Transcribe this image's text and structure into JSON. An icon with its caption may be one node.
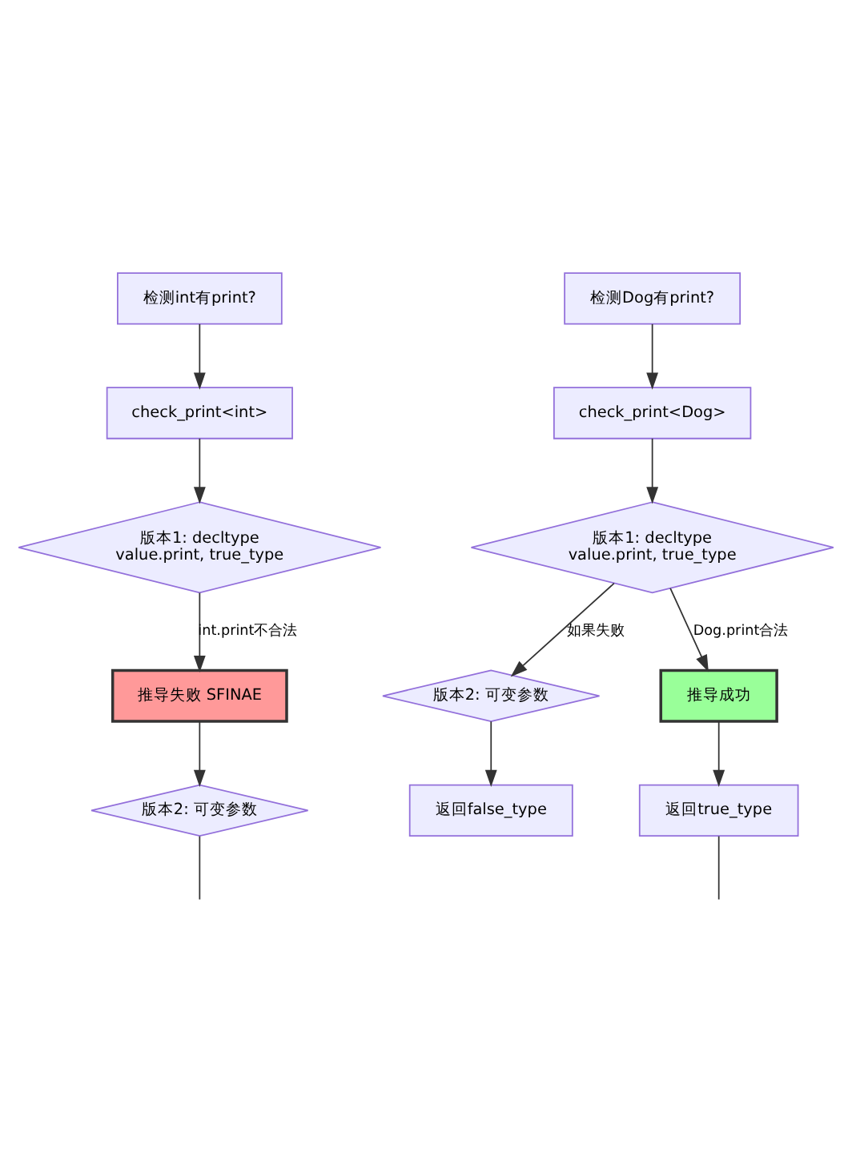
{
  "diagram": {
    "nodes": [
      {
        "text": [
          "检测int有print?"
        ]
      },
      {
        "text": [
          "check_print<int>"
        ]
      },
      {
        "text": [
          "版本1: decltype value.print, true_type"
        ]
      },
      {
        "text": [
          "推导失败 SFINAE"
        ]
      },
      {
        "text": [
          "版本2: 可变参数"
        ]
      },
      {
        "text": [
          "检测Dog有print?"
        ]
      },
      {
        "text": [
          "check_print<Dog>"
        ]
      },
      {
        "text": [
          "版本1: decltype value.print, true_type"
        ]
      },
      {
        "text": [
          "版本2: 可变参数"
        ]
      },
      {
        "text": [
          "推导成功"
        ]
      },
      {
        "text": [
          "返回false_type"
        ]
      },
      {
        "text": [
          "返回true_type"
        ]
      }
    ],
    "edges": [
      {
        "from": 0,
        "to": 1,
        "arrow": "to"
      },
      {
        "from": 1,
        "to": 2,
        "arrow": "to"
      },
      {
        "from": 2,
        "to": 3,
        "arrow": "to",
        "label": "int.print不合法"
      },
      {
        "from": 3,
        "to": 4,
        "arrow": "to"
      },
      {
        "from": 4,
        "to": null,
        "arrow": "none"
      },
      {
        "from": 5,
        "to": 6,
        "arrow": "to"
      },
      {
        "from": 6,
        "to": 7,
        "arrow": "to"
      },
      {
        "from": 7,
        "to": 8,
        "arrow": "to",
        "label": "如果失败"
      },
      {
        "from": 7,
        "to": 9,
        "arrow": "to",
        "label": "Dog.print合法"
      },
      {
        "from": 8,
        "to": 10,
        "arrow": "to"
      },
      {
        "from": 9,
        "to": 11,
        "arrow": "to"
      },
      {
        "from": 11,
        "to": null,
        "arrow": "none"
      }
    ]
  }
}
